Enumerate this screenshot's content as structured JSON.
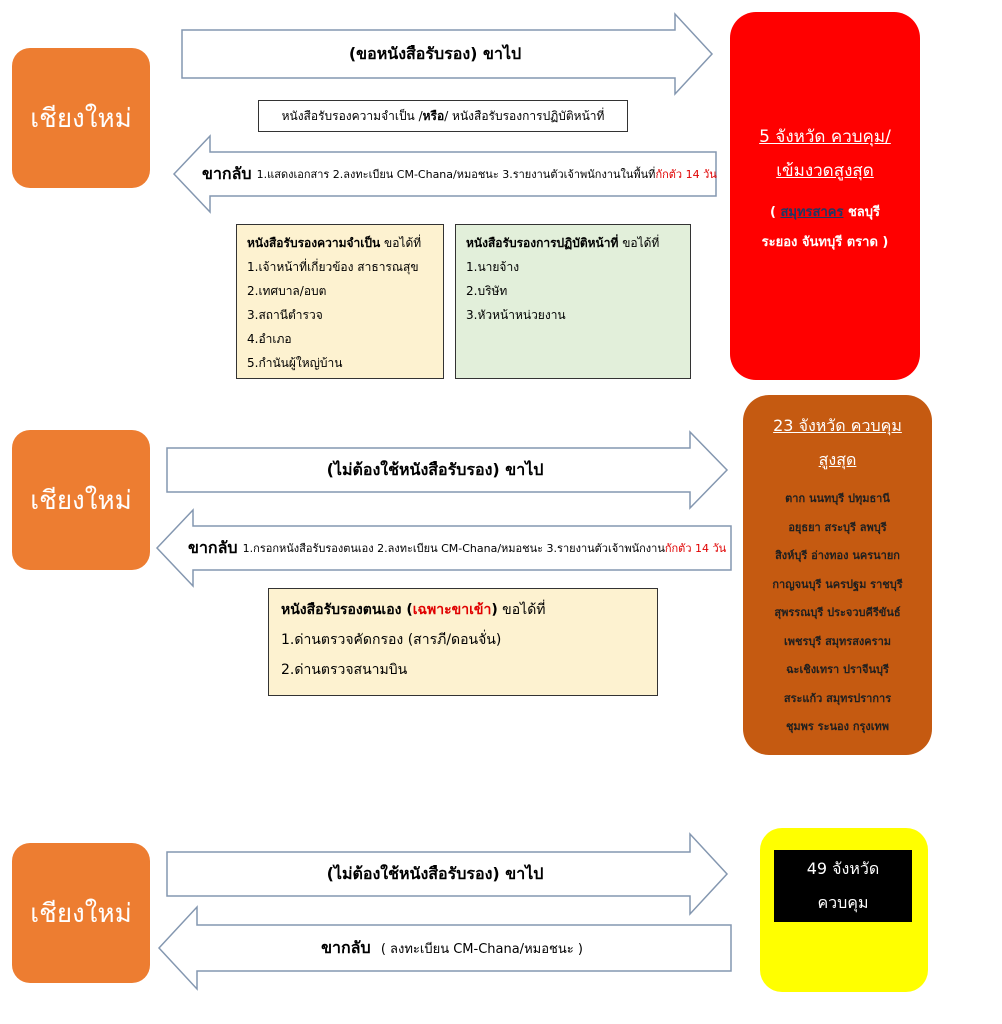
{
  "row1": {
    "origin": "เชียงใหม่",
    "out_label": "(ขอหนังสือรับรอง) ขาไป",
    "requirement": {
      "a": "หนังสือรับรองความจำเป็น / ",
      "b": "หรือ",
      "c": " / หนังสือรับรองการปฏิบัติหน้าที่"
    },
    "return_bold": "ขากลับ",
    "return_text": "1.แสดงเอกสาร 2.ลงทะเบียน CM-Chana/หมอชนะ 3.รายงานตัวเจ้าพนักงานในพื้นที่",
    "return_red": "กักตัว 14 วัน",
    "box_necessity": {
      "title": "หนังสือรับรองความจำเป็น",
      "suffix": " ขอได้ที่",
      "items": [
        "1.เจ้าหน้าที่เกี่ยวข้อง สาธารณสุข",
        "2.เทศบาล/อบต",
        "3.สถานีตำรวจ",
        "4.อำเภอ",
        "5.กำนันผู้ใหญ่บ้าน"
      ],
      "bg": "#fdf2d0"
    },
    "box_duty": {
      "title": "หนังสือรับรองการปฏิบัติหน้าที่",
      "suffix": " ขอได้ที่",
      "items": [
        "1.นายจ้าง",
        "2.บริษัท",
        "3.หัวหน้าหน่วยงาน"
      ],
      "bg": "#e2efda"
    },
    "destination": {
      "title_line1": "5 จังหวัด ควบคุม/",
      "title_line2": "เข้มงวดสูงสุด",
      "prov_line1_a": "( ",
      "prov_line1_b": "สมุทรสาคร",
      "prov_line1_c": " ชลบุรี",
      "prov_line2": "ระยอง จันทบุรี ตราด )",
      "bg": "#ff0000"
    }
  },
  "row2": {
    "origin": "เชียงใหม่",
    "out_label": "(ไม่ต้องใช้หนังสือรับรอง) ขาไป",
    "return_bold": "ขากลับ",
    "return_text": "1.กรอกหนังสือรับรองตนเอง 2.ลงทะเบียน CM-Chana/หมอชนะ 3.รายงานตัวเจ้าพนักงาน",
    "return_red": "กักตัว 14 วัน",
    "box_self": {
      "title": "หนังสือรับรองตนเอง",
      "paren_open": " (",
      "title_red": "เฉพาะขาเข้า",
      "paren_close": ")",
      "suffix": "  ขอได้ที่",
      "items": [
        "1.ด่านตรวจคัดกรอง (สารภี/ดอนจั่น)",
        "2.ด่านตรวจสนามบิน"
      ],
      "bg": "#fdf2d0"
    },
    "destination": {
      "title_line1": "23 จังหวัด ควบคุม",
      "title_line2": "สูงสุด",
      "provinces": [
        "ตาก นนทบุรี ปทุมธานี",
        "อยุธยา สระบุรี ลพบุรี",
        "สิงห์บุรี อ่างทอง นครนายก",
        "กาญจนบุรี นครปฐม ราชบุรี",
        "สุพรรณบุรี ประจวบคีรีขันธ์",
        "เพชรบุรี สมุทรสงคราม",
        "ฉะเชิงเทรา ปราจีนบุรี",
        "สระแก้ว สมุทรปราการ",
        "ชุมพร ระนอง กรุงเทพ"
      ],
      "bg": "#c55a11"
    }
  },
  "row3": {
    "origin": "เชียงใหม่",
    "out_label": "(ไม่ต้องใช้หนังสือรับรอง) ขาไป",
    "return_bold": "ขากลับ",
    "return_text": "( ลงทะเบียน CM-Chana/หมอชนะ )",
    "destination": {
      "line1": "49 จังหวัด",
      "line2": "ควบคุม",
      "bg": "#ffff00"
    }
  }
}
